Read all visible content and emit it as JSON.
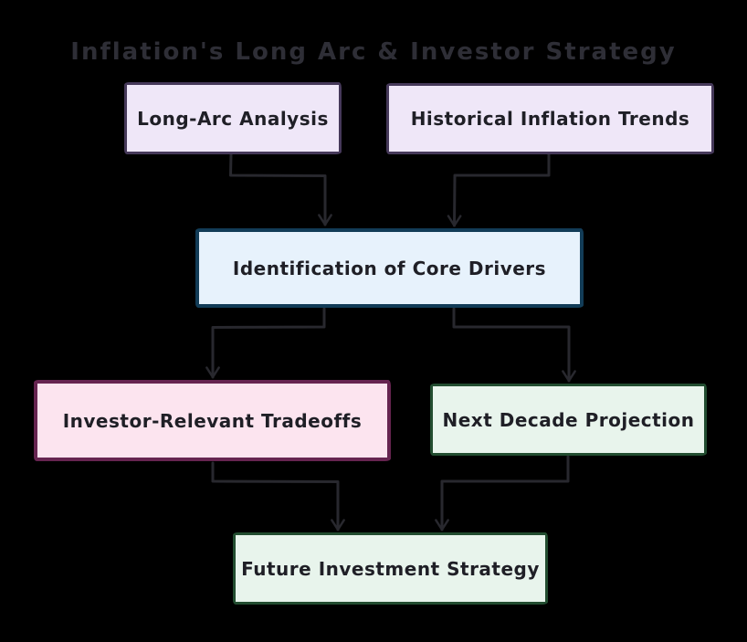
{
  "diagram": {
    "title": "Inflation's Long Arc & Investor Strategy",
    "type": "flowchart",
    "nodes": [
      {
        "id": "long_arc",
        "label": "Long-Arc Analysis",
        "fill": "#efe7f8",
        "border": "#46395a"
      },
      {
        "id": "historical",
        "label": "Historical Inflation Trends",
        "fill": "#efe7f8",
        "border": "#46395a"
      },
      {
        "id": "core",
        "label": "Identification of Core Drivers",
        "fill": "#e7f2fc",
        "border": "#123c57"
      },
      {
        "id": "tradeoffs",
        "label": "Investor-Relevant Tradeoffs",
        "fill": "#fce4ef",
        "border": "#662450"
      },
      {
        "id": "projection",
        "label": "Next Decade Projection",
        "fill": "#e8f4ec",
        "border": "#224d30"
      },
      {
        "id": "strategy",
        "label": "Future Investment Strategy",
        "fill": "#e8f4ec",
        "border": "#224d30"
      }
    ],
    "edges": [
      {
        "from": "long_arc",
        "to": "core"
      },
      {
        "from": "historical",
        "to": "core"
      },
      {
        "from": "core",
        "to": "tradeoffs"
      },
      {
        "from": "core",
        "to": "projection"
      },
      {
        "from": "tradeoffs",
        "to": "strategy"
      },
      {
        "from": "projection",
        "to": "strategy"
      }
    ],
    "colors": {
      "background": "#000000",
      "line": "#28282e",
      "title_text": "#2e2e36",
      "node_text": "#1f1f26"
    }
  }
}
